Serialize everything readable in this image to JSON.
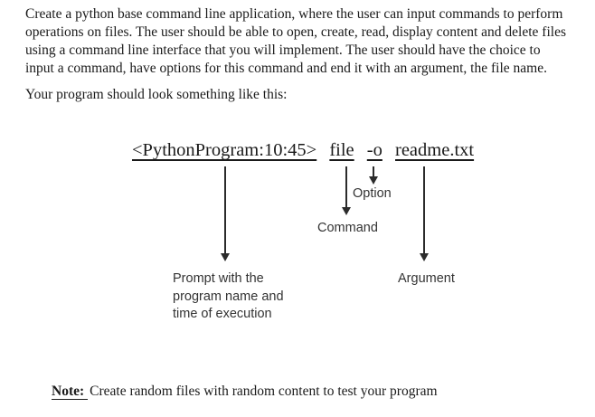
{
  "document": {
    "intro_paragraph": "Create a python base command line application, where the user can input commands to perform\noperations on files. The user should be able to open, create, read, display content and delete files\nusing a command line interface that you will implement. The user should have the choice to\ninput a command, have options for this command and end it with an argument,  the file name.",
    "lead_in": "Your program should look something like this:",
    "note_label": "Note:",
    "note_text": "Create random files with random content to test your program"
  },
  "command_example": {
    "prompt": "<PythonProgram:10:45>",
    "command": "file",
    "option": "-o",
    "argument": "readme.txt"
  },
  "annotations": {
    "prompt": "Prompt with the\nprogram name and\ntime of execution",
    "command": "Command",
    "option": "Option",
    "argument": "Argument"
  },
  "colors": {
    "background": "#ffffff",
    "body_text": "#1a1a1a",
    "annotation_text": "#333333",
    "arrow": "#2b2b2b"
  }
}
